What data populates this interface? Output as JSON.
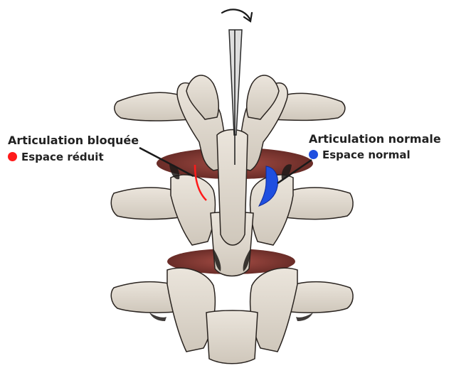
{
  "labels": {
    "blocked": {
      "title": "Articulation bloquée",
      "subtitle": "Espace réduit",
      "color": "#ff1a1a"
    },
    "normal": {
      "title": "Articulation normale",
      "subtitle": "Espace normal",
      "color": "#1f4fe0"
    }
  },
  "icons": {
    "rotation_arrow": "curved-rotation-arrow-icon"
  },
  "colors": {
    "bone": "#e6dfd5",
    "bone_shadow": "#1e1a17",
    "disc": "#8a3b34",
    "blocked_joint": "#ff1a1a",
    "normal_joint": "#1f4fe0"
  }
}
